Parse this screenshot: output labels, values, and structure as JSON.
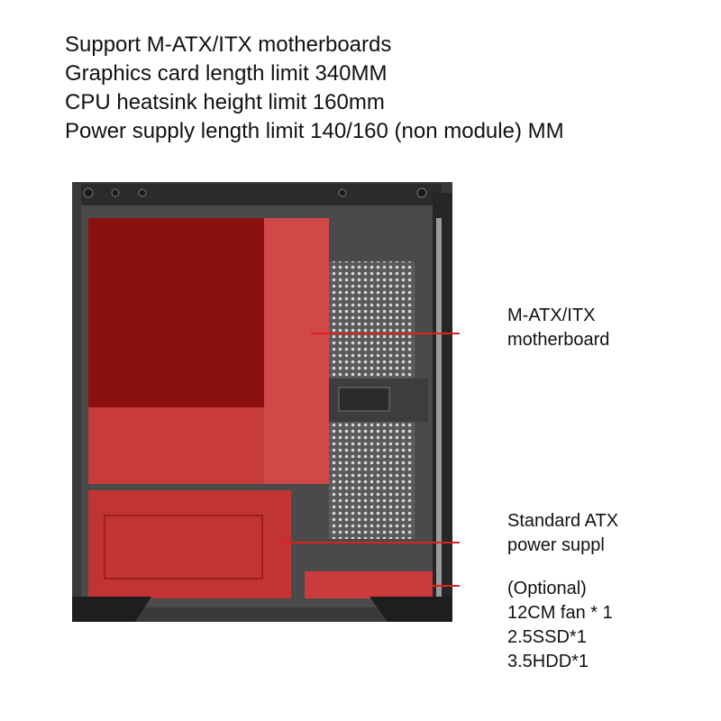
{
  "specs": [
    "Support M-ATX/ITX motherboards",
    "Graphics card length limit 340MM",
    "CPU heatsink height limit 160mm",
    "Power supply length limit 140/160 (non module) MM"
  ],
  "callouts": {
    "motherboard": [
      "M-ATX/ITX",
      "motherboard"
    ],
    "psu": [
      "Standard ATX",
      "power suppl"
    ],
    "optional": [
      "(Optional)",
      "12CM fan * 1",
      "2.5SSD*1",
      "3.5HDD*1"
    ]
  },
  "colors": {
    "highlight_dark": "#8b1010",
    "highlight_light": "#d64545",
    "leader_line": "#e02020",
    "case_frame": "#2a2a2a"
  }
}
